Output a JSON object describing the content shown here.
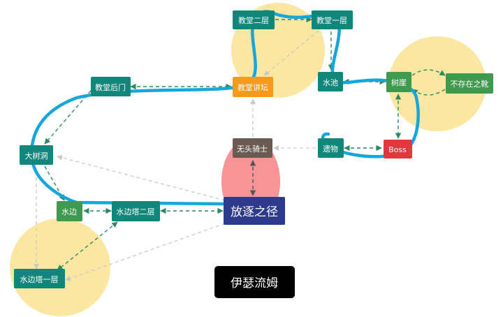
{
  "colors": {
    "node_teal": "#11867a",
    "node_green": "#3f9a4f",
    "node_orange": "#f59a1a",
    "node_red": "#e0383d",
    "node_navy": "#2e3a8c",
    "node_gray": "#6b5a52",
    "zone_yellow": "#fbe7a1",
    "zone_red": "#f58e92",
    "route_blue": "#15a6dc",
    "edge_green": "#2c8a60",
    "edge_gray": "#c9c9c9",
    "title_bg": "#000000"
  },
  "nodes": [
    {
      "id": "jiaotang-erceng",
      "label": "教堂二层",
      "color": "node_teal"
    },
    {
      "id": "jiaotang-yiceng",
      "label": "教堂一层",
      "color": "node_teal"
    },
    {
      "id": "jiaotang-houmen",
      "label": "教堂后门",
      "color": "node_teal"
    },
    {
      "id": "jiaotang-jiangtan",
      "label": "教堂讲坛",
      "color": "node_orange"
    },
    {
      "id": "shuijin",
      "label": "水池",
      "color": "node_teal"
    },
    {
      "id": "shuya",
      "label": "树崖",
      "color": "node_green"
    },
    {
      "id": "bucunzai-zhixue",
      "label": "不存在之靴",
      "color": "node_green"
    },
    {
      "id": "datreedong",
      "label": "大树洞",
      "color": "node_teal"
    },
    {
      "id": "wutou-qishi",
      "label": "无头骑士",
      "color": "node_gray"
    },
    {
      "id": "yiwu",
      "label": "遗物",
      "color": "node_teal"
    },
    {
      "id": "boss",
      "label": "Boss",
      "color": "node_red"
    },
    {
      "id": "shuibian",
      "label": "水边",
      "color": "node_green"
    },
    {
      "id": "shuibianta-erceng",
      "label": "水边塔二层",
      "color": "node_teal"
    },
    {
      "id": "fangzhu-zhijing",
      "label": "放逐之径",
      "color": "node_navy"
    },
    {
      "id": "shuibianta-yiceng",
      "label": "水边塔一层",
      "color": "node_teal"
    }
  ],
  "title": "伊瑟流姆"
}
